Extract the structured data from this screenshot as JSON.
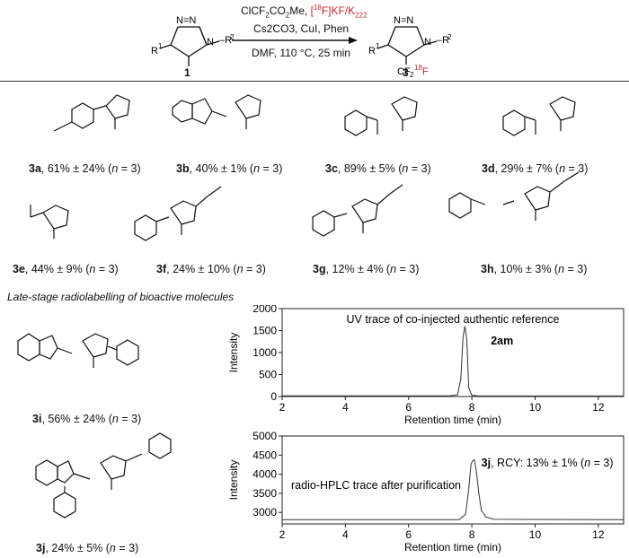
{
  "scheme": {
    "reagents_top_a": "ClCF",
    "reagents_top_sub": "2",
    "reagents_top_b": "CO",
    "reagents_top_sub2": "2",
    "reagents_top_c": "Me, ",
    "reagents_top_red_a": "[",
    "reagents_top_sup": "18",
    "reagents_top_red_b": "F]KF/K",
    "reagents_top_red_sub": "222",
    "reagents_mid": "Cs2CO3, CuI, Phen",
    "conditions": "DMF, 110 °C, 25 min",
    "start_label": "1",
    "product_label": "3"
  },
  "compounds": [
    {
      "id": "3a",
      "yield": ", 61% ± 24% (",
      "n": "n",
      "tail": " = 3)"
    },
    {
      "id": "3b",
      "yield": ", 40% ± 1% (",
      "n": "n",
      "tail": " = 3)"
    },
    {
      "id": "3c",
      "yield": ", 89% ± 5% (",
      "n": "n",
      "tail": " = 3)"
    },
    {
      "id": "3d",
      "yield": ",  29% ± 7% (",
      "n": "n",
      "tail": " = 3)"
    },
    {
      "id": "3e",
      "yield": ", 44% ± 9% (",
      "n": "n",
      "tail": " = 3)"
    },
    {
      "id": "3f",
      "yield": ", 24% ± 10% (",
      "n": "n",
      "tail": " = 3)"
    },
    {
      "id": "3g",
      "yield": ", 12% ± 4% (",
      "n": "n",
      "tail": " = 3)"
    },
    {
      "id": "3h",
      "yield": ", 10% ± 3% (",
      "n": "n",
      "tail": " = 3)"
    },
    {
      "id": "3i",
      "yield": ", 56% ± 24% (",
      "n": "n",
      "tail": " = 3)"
    },
    {
      "id": "3j",
      "yield": ", 24% ± 5% (",
      "n": "n",
      "tail": " = 3)"
    }
  ],
  "section_title": "Late-stage radiolabelling of bioactive molecules",
  "chart_data": [
    {
      "type": "line",
      "title": "UV trace of co-injected authentic reference",
      "xlabel": "Retention time (min)",
      "ylabel": "Intensity",
      "xlim": [
        2,
        12.8
      ],
      "ylim": [
        0,
        2000
      ],
      "xticks": [
        2,
        4,
        6,
        8,
        10,
        12
      ],
      "yticks": [
        0,
        500,
        1000,
        1500,
        2000
      ],
      "annotation": "2am",
      "series": [
        {
          "x": [
            2,
            7.3,
            7.55,
            7.65,
            7.72,
            7.78,
            7.84,
            7.9,
            8.0,
            8.2,
            12.8
          ],
          "values": [
            15,
            15,
            40,
            400,
            1350,
            1600,
            1300,
            200,
            30,
            12,
            12
          ]
        }
      ]
    },
    {
      "type": "line",
      "title": "radio-HPLC trace after purification",
      "xlabel": "Retention time (min)",
      "ylabel": "Intensity",
      "xlim": [
        2,
        12.8
      ],
      "ylim": [
        2700,
        5000
      ],
      "xticks": [
        2,
        4,
        6,
        8,
        10,
        12
      ],
      "yticks": [
        3000,
        3500,
        4000,
        4500,
        5000
      ],
      "annotation_bold": "3j",
      "annotation_rest": ", RCY: 13% ± 1% (",
      "annotation_n": "n",
      "annotation_tail": " = 3)",
      "series": [
        {
          "x": [
            2,
            7.6,
            7.8,
            7.9,
            7.97,
            8.02,
            8.08,
            8.14,
            8.22,
            8.3,
            8.45,
            8.7,
            12.8
          ],
          "values": [
            2810,
            2810,
            2950,
            3600,
            4250,
            4350,
            4380,
            4100,
            3500,
            3050,
            2880,
            2820,
            2810
          ]
        }
      ]
    }
  ]
}
